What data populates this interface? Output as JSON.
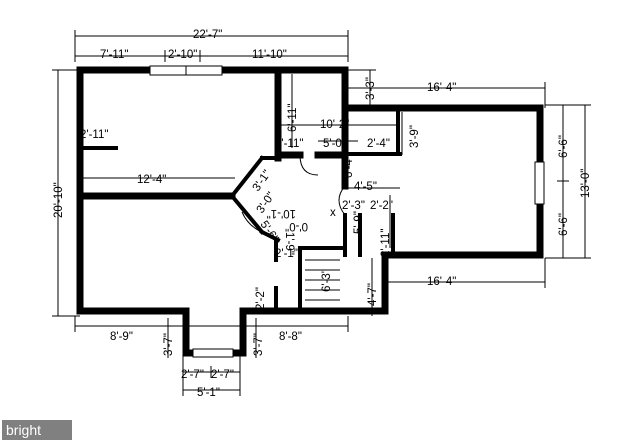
{
  "dimensions": {
    "overall_width": "22'-7\"",
    "top_left": "7'-11\"",
    "top_mid": "2'-10\"",
    "top_right": "11'-10\"",
    "left_height": "20'-10\"",
    "bump_top": "3'-3\"",
    "east_top": "16'-4\"",
    "east_upper": "6'-6\"",
    "east_lower": "6'-6\"",
    "east_height": "13'-0\"",
    "east_bottom": "16'-4\"",
    "closet_height": "6'-11\"",
    "left_closet": "2'-11\"",
    "hall_width": "10'-2\"",
    "door_left": "2'-11\"",
    "hall_mid": "5'-0\"",
    "hall_small": "2'-4\"",
    "hall_vert": "3'-9\"",
    "room_width": "12'-4\"",
    "vert_6_4": "6'-4\"",
    "hall_4_5": "4'-5\"",
    "hall_2_3": "2'-3\"",
    "hall_2_2": "2'-2\"",
    "room_10": "10'-1\"",
    "x_label": "x",
    "dim_5_9": "5'-9\"",
    "dim_2_11": "2'-11\"",
    "dim_0": "0'-0\"",
    "dim_1_9": "1'-9\"",
    "dim_2_1": "2'-1\"",
    "stair_6_3": "6'-3\"",
    "dim_4_7": "4'-7\"",
    "dim_2_2_lower": "2'-2\"",
    "bottom_left": "8'-9\"",
    "bottom_right": "8'-8\"",
    "bay_left": "3'-7\"",
    "bay_right": "3'-7\"",
    "bay_half_left": "2'-7\"",
    "bay_half_right": "2'-7\"",
    "bay_total": "5'-1\"",
    "diag_a": "3'-1\"",
    "diag_b": "3'-0\"",
    "diag_c": "5'-6\""
  },
  "watermark": "bright"
}
